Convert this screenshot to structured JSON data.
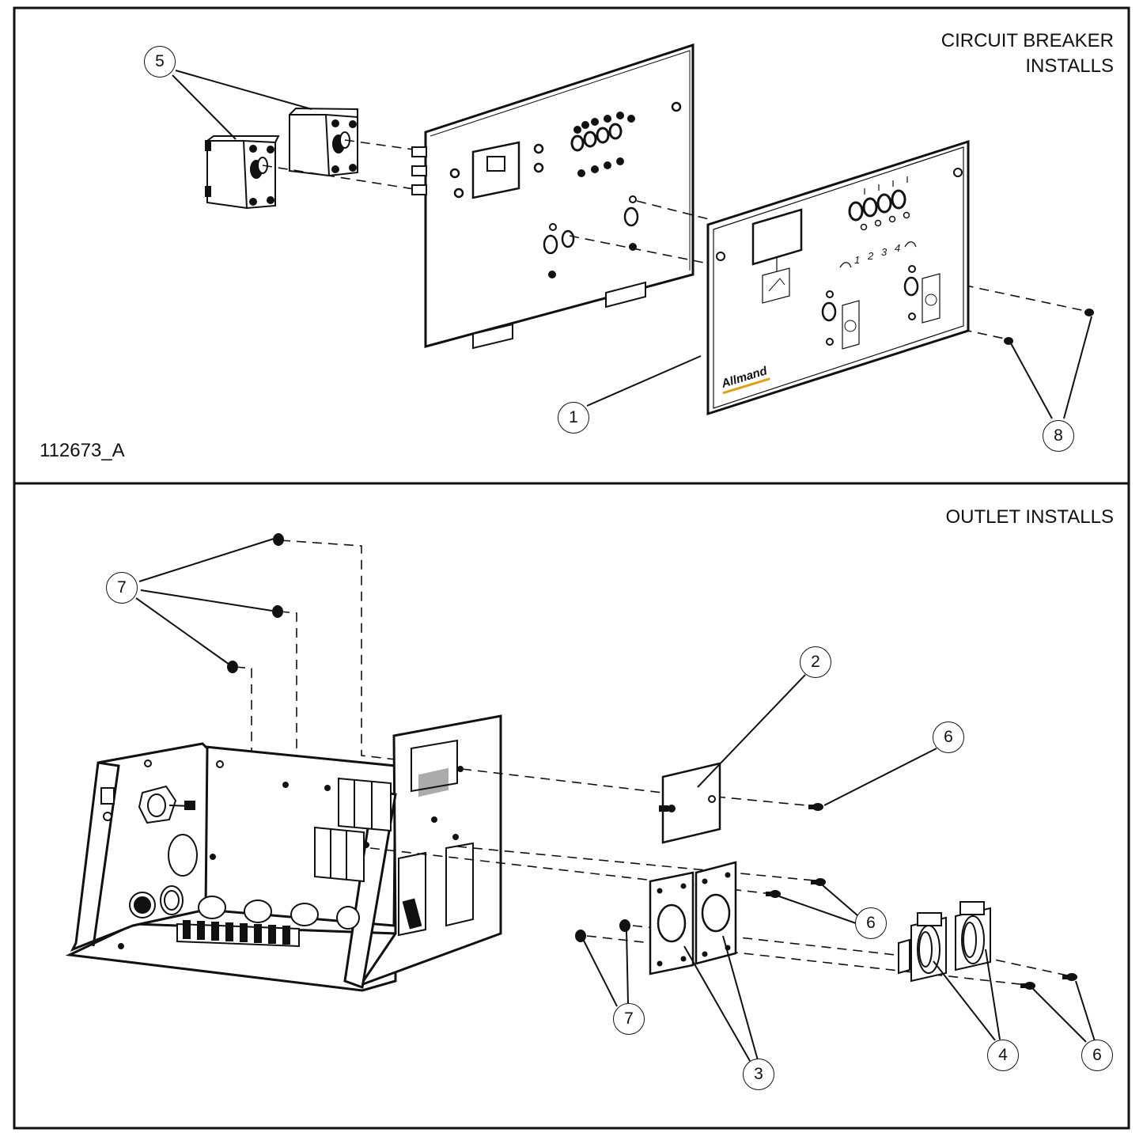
{
  "top_panel": {
    "title_line1": "CIRCUIT BREAKER",
    "title_line2": "INSTALLS",
    "drawing_number": "112673_A"
  },
  "bottom_panel": {
    "title": "OUTLET INSTALLS"
  },
  "faceplate": {
    "brand": "Allmand",
    "brand_color": "#d9a11c",
    "dial_digits": [
      "1",
      "2",
      "3",
      "4"
    ]
  },
  "callouts": {
    "c1": "1",
    "c2": "2",
    "c3": "3",
    "c4": "4",
    "c5": "5",
    "c6a": "6",
    "c6b": "6",
    "c6c": "6",
    "c7a": "7",
    "c7b": "7",
    "c8": "8"
  }
}
